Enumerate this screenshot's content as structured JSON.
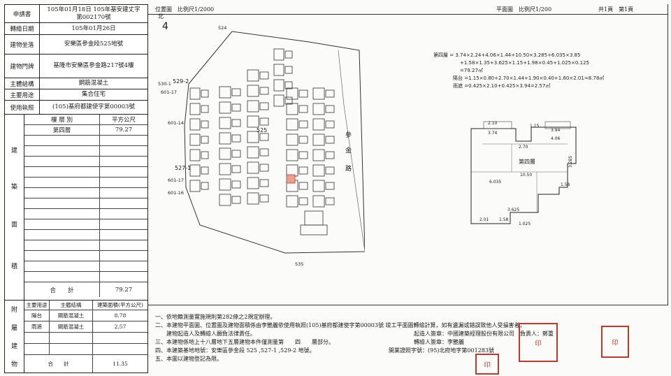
{
  "info": {
    "rows": [
      {
        "label": "申請書",
        "value": "105年01月18日 105年基安建丈字第002170號"
      },
      {
        "label": "轉繪日期",
        "value": "105年01月26日"
      },
      {
        "label": "建物坐落",
        "value": "安樂區參金段525地號"
      },
      {
        "label": "建物門牌",
        "value": "基隆市安樂區參金路217號4樓"
      },
      {
        "label": "主體結構",
        "value": "鋼筋混凝土"
      },
      {
        "label": "主要用途",
        "value": "集合住宅"
      },
      {
        "label": "使用執照",
        "value": "(105)基府都建使字第00003號"
      }
    ]
  },
  "floors": {
    "side_label": [
      "建",
      "築",
      "面",
      "積"
    ],
    "header_floor": "樓 層 別",
    "header_area": "平方公尺",
    "rows": [
      {
        "floor": "第四層",
        "area": "79.27"
      }
    ],
    "total_label": "合　　計",
    "total_value": "79.27"
  },
  "annex": {
    "side_label": [
      "附",
      "屬",
      "建",
      "物"
    ],
    "headers": [
      "主要用途",
      "主體結構",
      "建築面積(平方公尺)"
    ],
    "rows": [
      {
        "use": "陽台",
        "structure": "鋼筋混凝土",
        "area": "8.78"
      },
      {
        "use": "雨遮",
        "structure": "鋼筋混凝土",
        "area": "2.57"
      }
    ],
    "total_label": "合　　計",
    "total_value": "11.35"
  },
  "location": {
    "title": "位置圖　比例尺1/2000",
    "north": "北",
    "lots": [
      "524",
      "529-2",
      "530-1",
      "601-17",
      "601-14",
      "525",
      "527-1",
      "601-17",
      "601-16",
      "535"
    ],
    "road": [
      "參",
      "金",
      "路"
    ]
  },
  "plan": {
    "title": "平面圖　比例尺1/200",
    "page": "共1頁　第1頁",
    "floor_name": "第四層",
    "calc": [
      "第四層 = 3.74×2.24+4.06×1.44+10.50×3.285+6.035×3.85",
      "+1.58×1.35+3.625×1.15+1.98×0.45+1.025×0.125",
      "=79.27㎡",
      "陽台 =1.15×0.80+2.70×1.44+1.90×0.40+1.60×2.01=8.78㎡",
      "雨遮 =0.425×2.10+0.425×3.94=2.57㎡"
    ],
    "dims": [
      "2.10",
      "3.74",
      "1.15",
      "3.94",
      "4.06",
      "2.70",
      "10.50",
      "6.035",
      "1.58",
      "3.625",
      "2.01",
      "1.58",
      "1.025",
      "3.285"
    ]
  },
  "notes": [
    "一、依地籍測量實施規則第282條之2規定辦理。",
    "二、本建物平面圖、位置圖及建物面積係由李艷麗依使用執照(105)基府都建使字第00003號 竣工平面圖轉繪計算，如有遺漏或錯誤致他人受損害者，",
    "　　建物起造人及轉繪人願負法律責任。",
    "三、本建物係地上十八層地下五層建物本件僅測量第　　四　　層部分。",
    "四、本建築基地地號：安樂區參金段 525 ,527-1 ,529-2 地號。",
    "五、本圖以建物登記為限。"
  ],
  "signatures": {
    "owner": "起造人簽章：中國建築經理股份有限公司　負責人：鄭重",
    "drafter": "轉繪人簽章：李艷麗",
    "cert": "開業證照字號：(95)北府地字第001283號"
  }
}
